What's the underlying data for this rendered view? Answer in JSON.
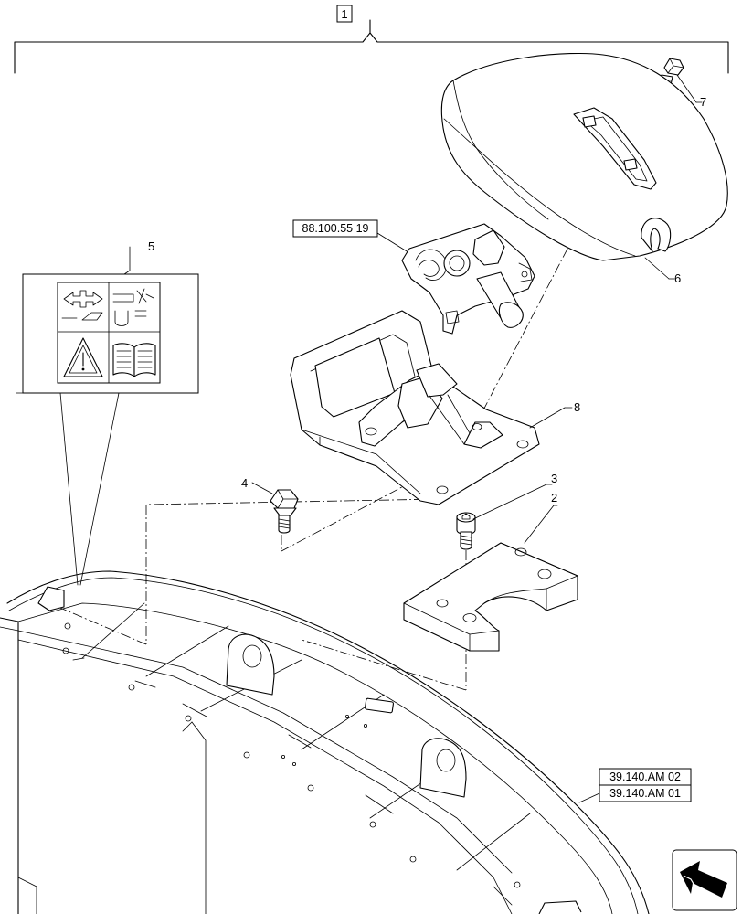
{
  "assembly_callout": "1",
  "callouts": [
    {
      "id": "c2",
      "label": "2"
    },
    {
      "id": "c3",
      "label": "3"
    },
    {
      "id": "c4",
      "label": "4"
    },
    {
      "id": "c5",
      "label": "5"
    },
    {
      "id": "c6",
      "label": "6"
    },
    {
      "id": "c7",
      "label": "7"
    },
    {
      "id": "c8",
      "label": "8"
    }
  ],
  "references": {
    "switch_ref": "88.100.55 19",
    "tank_ref_top": "39.140.AM 02",
    "tank_ref_bottom": "39.140.AM 01"
  },
  "icons": [
    "expand-arrows-icon",
    "hand-cut-icon",
    "clamp-icon",
    "hook-icon",
    "warning-triangle-icon",
    "manual-book-icon",
    "navigation-arrow-icon"
  ]
}
